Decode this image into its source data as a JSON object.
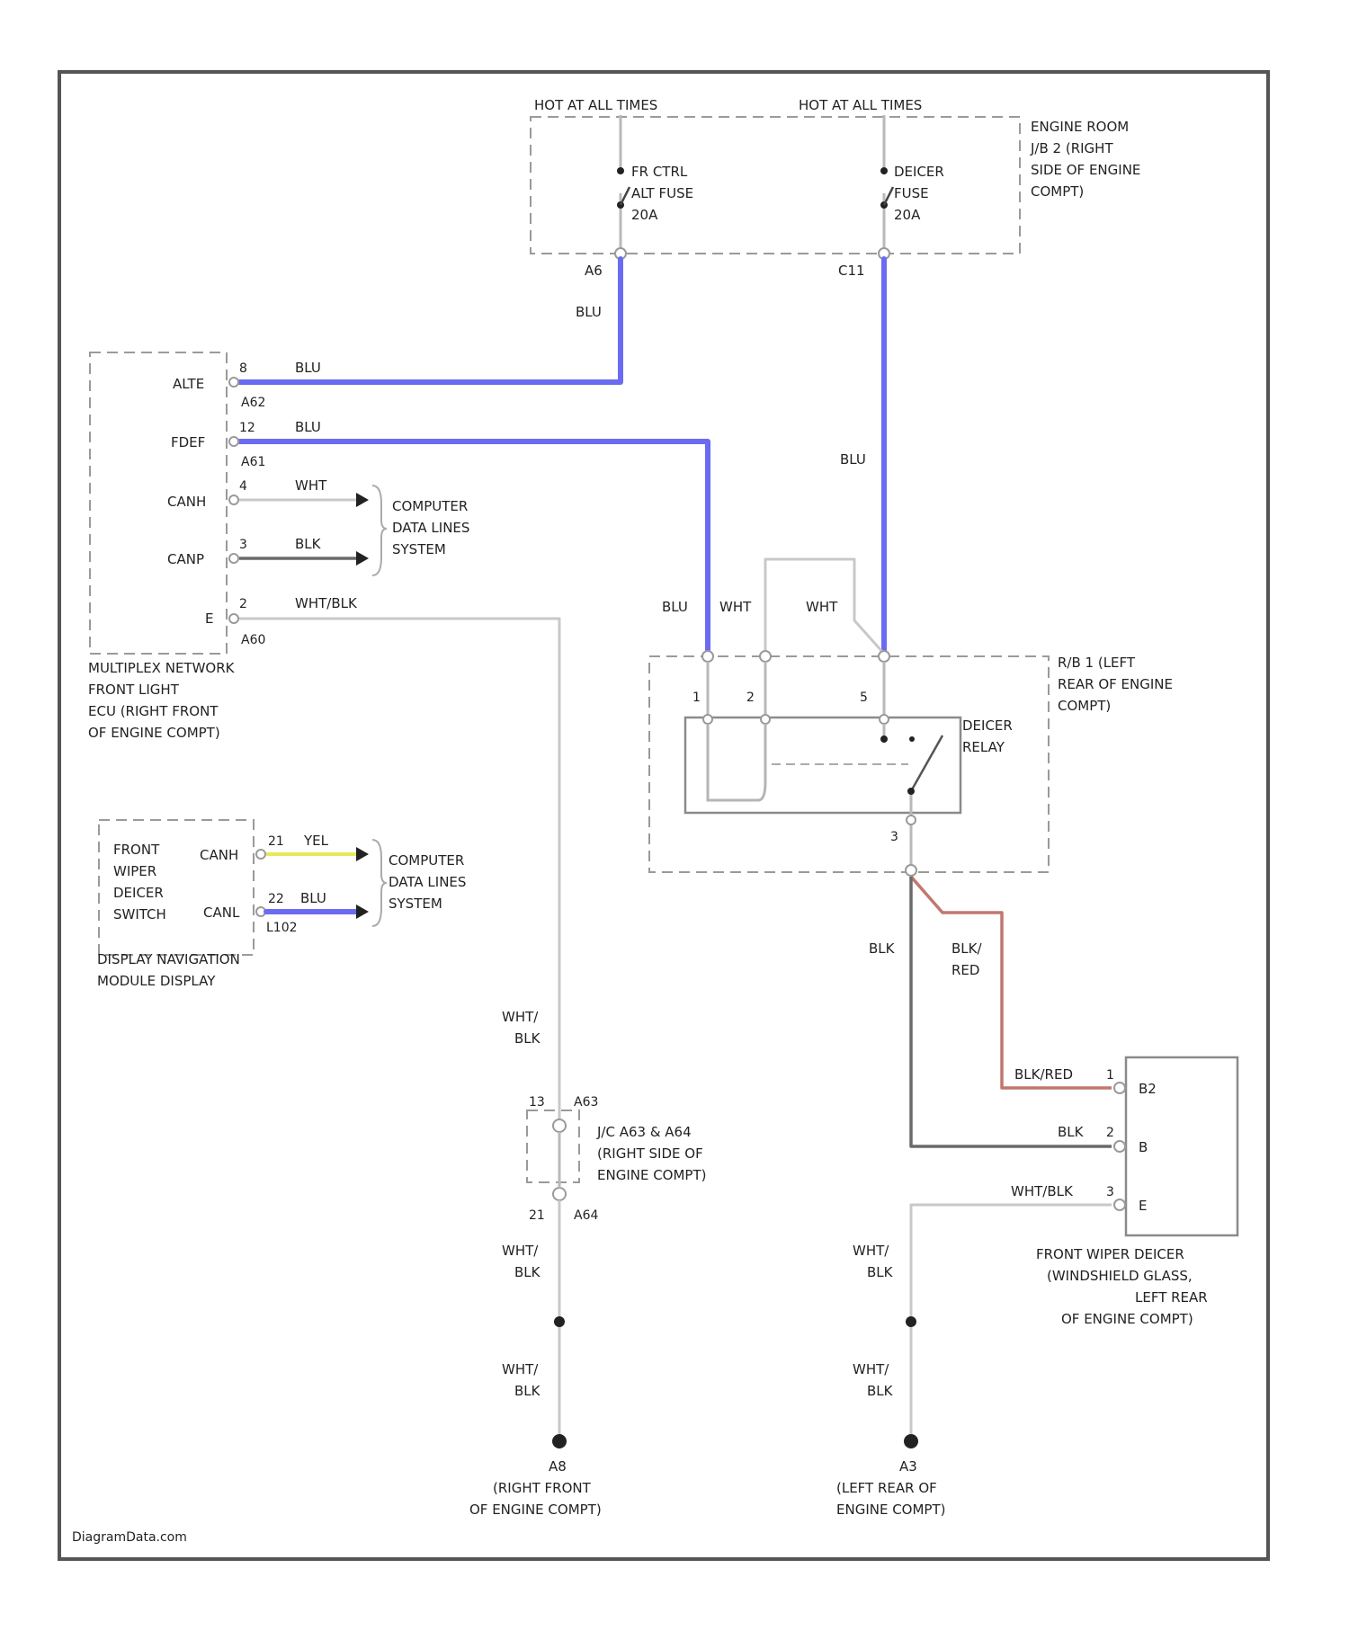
{
  "power": {
    "left_header": "HOT AT ALL TIMES",
    "right_header": "HOT AT ALL TIMES",
    "left_fuse": [
      "FR CTRL",
      "ALT FUSE",
      "20A"
    ],
    "right_fuse": [
      "DEICER",
      "FUSE",
      "20A"
    ],
    "box_label": [
      "ENGINE ROOM",
      "J/B 2 (RIGHT",
      "SIDE OF ENGINE",
      "COMPT)"
    ],
    "left_pin": "A6",
    "right_pin": "C11"
  },
  "ecu": {
    "pins": [
      "ALTE",
      "FDEF",
      "CANH",
      "CANP",
      "E"
    ],
    "pin_numbers": [
      "8",
      "12",
      "4",
      "3",
      "2"
    ],
    "connectors": [
      "A62",
      "A61",
      "A60"
    ],
    "label": [
      "MULTIPLEX NETWORK",
      "FRONT LIGHT",
      "ECU (RIGHT FRONT",
      "OF ENGINE COMPT)"
    ]
  },
  "wires": {
    "blu": "BLU",
    "wht": "WHT",
    "blk": "BLK",
    "wht_blk": "WHT/BLK",
    "yel": "YEL",
    "blk_red": "BLK/RED",
    "wht_split": [
      "WHT/",
      "BLK"
    ],
    "blk_red_split": [
      "BLK/",
      "RED"
    ]
  },
  "computer_data_lines": [
    "COMPUTER",
    "DATA LINES",
    "SYSTEM"
  ],
  "switch": {
    "label": [
      "FRONT",
      "WIPER",
      "DEICER",
      "SWITCH"
    ],
    "pins": [
      "CANH",
      "CANL"
    ],
    "pin_numbers": [
      "21",
      "22"
    ],
    "connector": "L102",
    "module_label": [
      "DISPLAY NAVIGATION",
      "MODULE DISPLAY"
    ]
  },
  "relay": {
    "box_label": [
      "R/B 1 (LEFT",
      "REAR OF ENGINE",
      "COMPT)"
    ],
    "name": [
      "DEICER",
      "RELAY"
    ],
    "pins": [
      "1",
      "2",
      "5",
      "3"
    ]
  },
  "jc": {
    "top": {
      "num": "13",
      "conn": "A63"
    },
    "bottom": {
      "num": "21",
      "conn": "A64"
    },
    "label": [
      "J/C A63 & A64",
      "(RIGHT SIDE OF",
      "ENGINE COMPT)"
    ]
  },
  "deicer": {
    "pins": [
      "B2",
      "B",
      "E"
    ],
    "pin_numbers": [
      "1",
      "2",
      "3"
    ],
    "label": [
      "FRONT WIPER DEICER",
      "(WINDSHIELD GLASS,",
      "LEFT REAR",
      "OF ENGINE COMPT)"
    ]
  },
  "grounds": {
    "left": {
      "code": "A8",
      "label": [
        "(RIGHT FRONT",
        "OF ENGINE COMPT)"
      ]
    },
    "right": {
      "code": "A3",
      "label": [
        "(LEFT REAR OF",
        "ENGINE COMPT)"
      ]
    }
  },
  "watermark": "DiagramData.com"
}
